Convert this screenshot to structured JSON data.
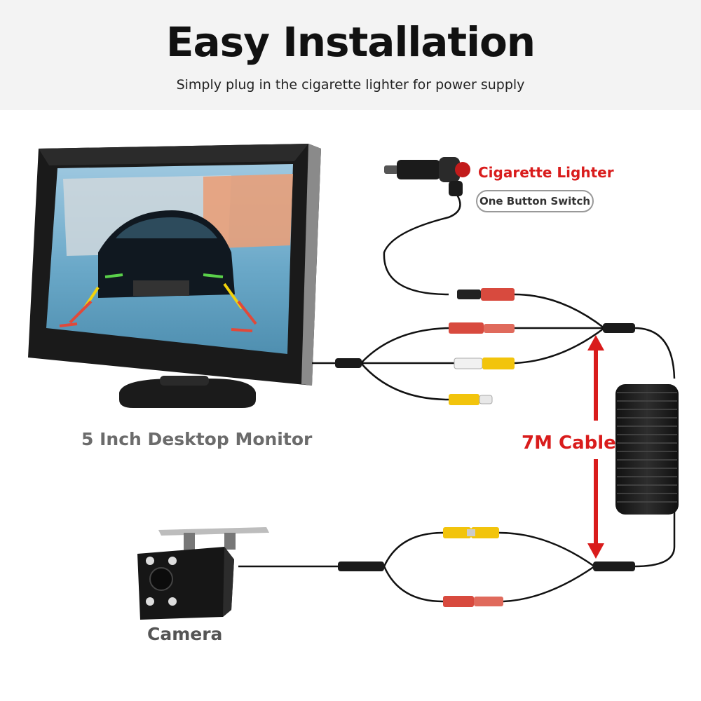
{
  "header": {
    "title": "Easy Installation",
    "subtitle": "Simply plug in the cigarette lighter for power supply"
  },
  "labels": {
    "monitor": "5 Inch Desktop Monitor",
    "camera": "Camera",
    "cigarette_lighter": "Cigarette Lighter",
    "button_switch": "One Button Switch",
    "cable": "7M  Cable"
  },
  "colors": {
    "accent_red": "#d91c1c",
    "header_bg": "#f3f3f3",
    "connector_red": "#d84a3e",
    "connector_yellow": "#f2c40c",
    "connector_white": "#f1f1f1"
  }
}
